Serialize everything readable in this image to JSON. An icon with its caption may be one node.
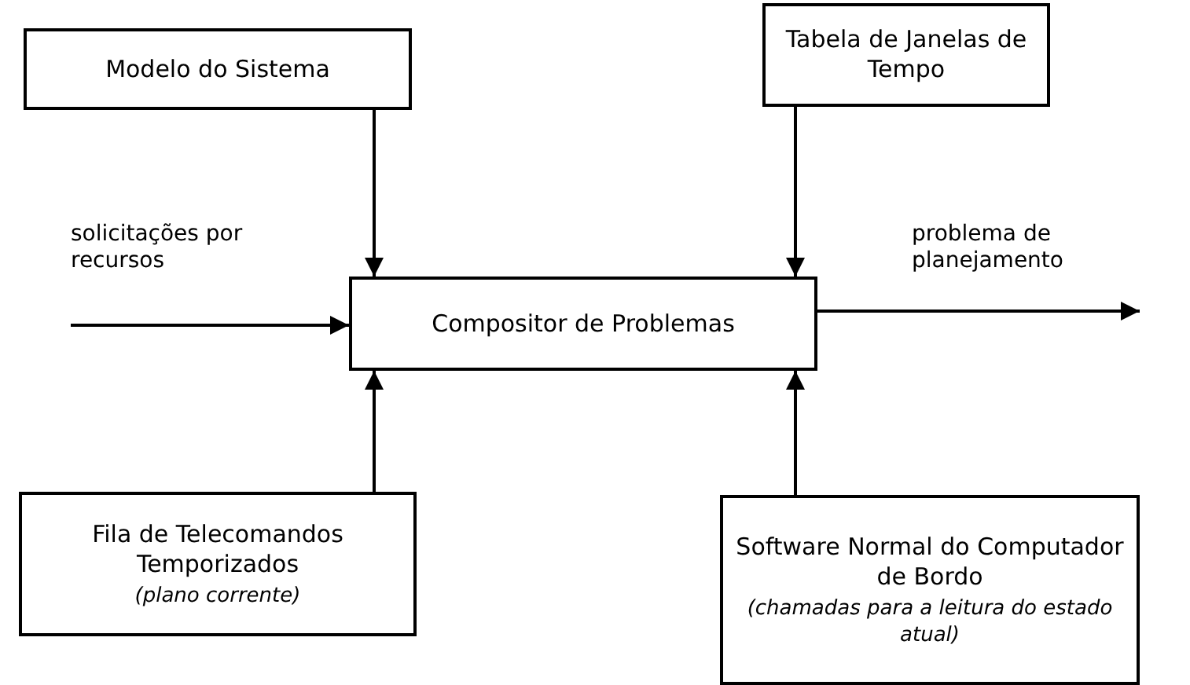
{
  "diagram": {
    "nodes": [
      {
        "text": [
          "Modelo do Sistema"
        ]
      },
      {
        "text": [
          "Tabela de Janelas de Tempo"
        ]
      },
      {
        "text": [
          "Compositor de Problemas"
        ]
      },
      {
        "text": [
          "Fila de Telecomandos Temporizados",
          "(plano corrente)"
        ]
      },
      {
        "text": [
          "Software Normal do Computador de Bordo",
          "(chamadas para a leitura do estado atual)"
        ]
      }
    ],
    "edges": [
      {
        "from": 0,
        "to": 2,
        "arrow": "to"
      },
      {
        "from": 1,
        "to": 2,
        "arrow": "to"
      },
      {
        "from": null,
        "to": 2,
        "arrow": "to",
        "label": "solicitações por recursos"
      },
      {
        "from": 2,
        "to": null,
        "arrow": "to",
        "label": "problema de planejamento"
      },
      {
        "from": 3,
        "to": 2,
        "arrow": "to"
      },
      {
        "from": 4,
        "to": 2,
        "arrow": "to"
      }
    ]
  }
}
